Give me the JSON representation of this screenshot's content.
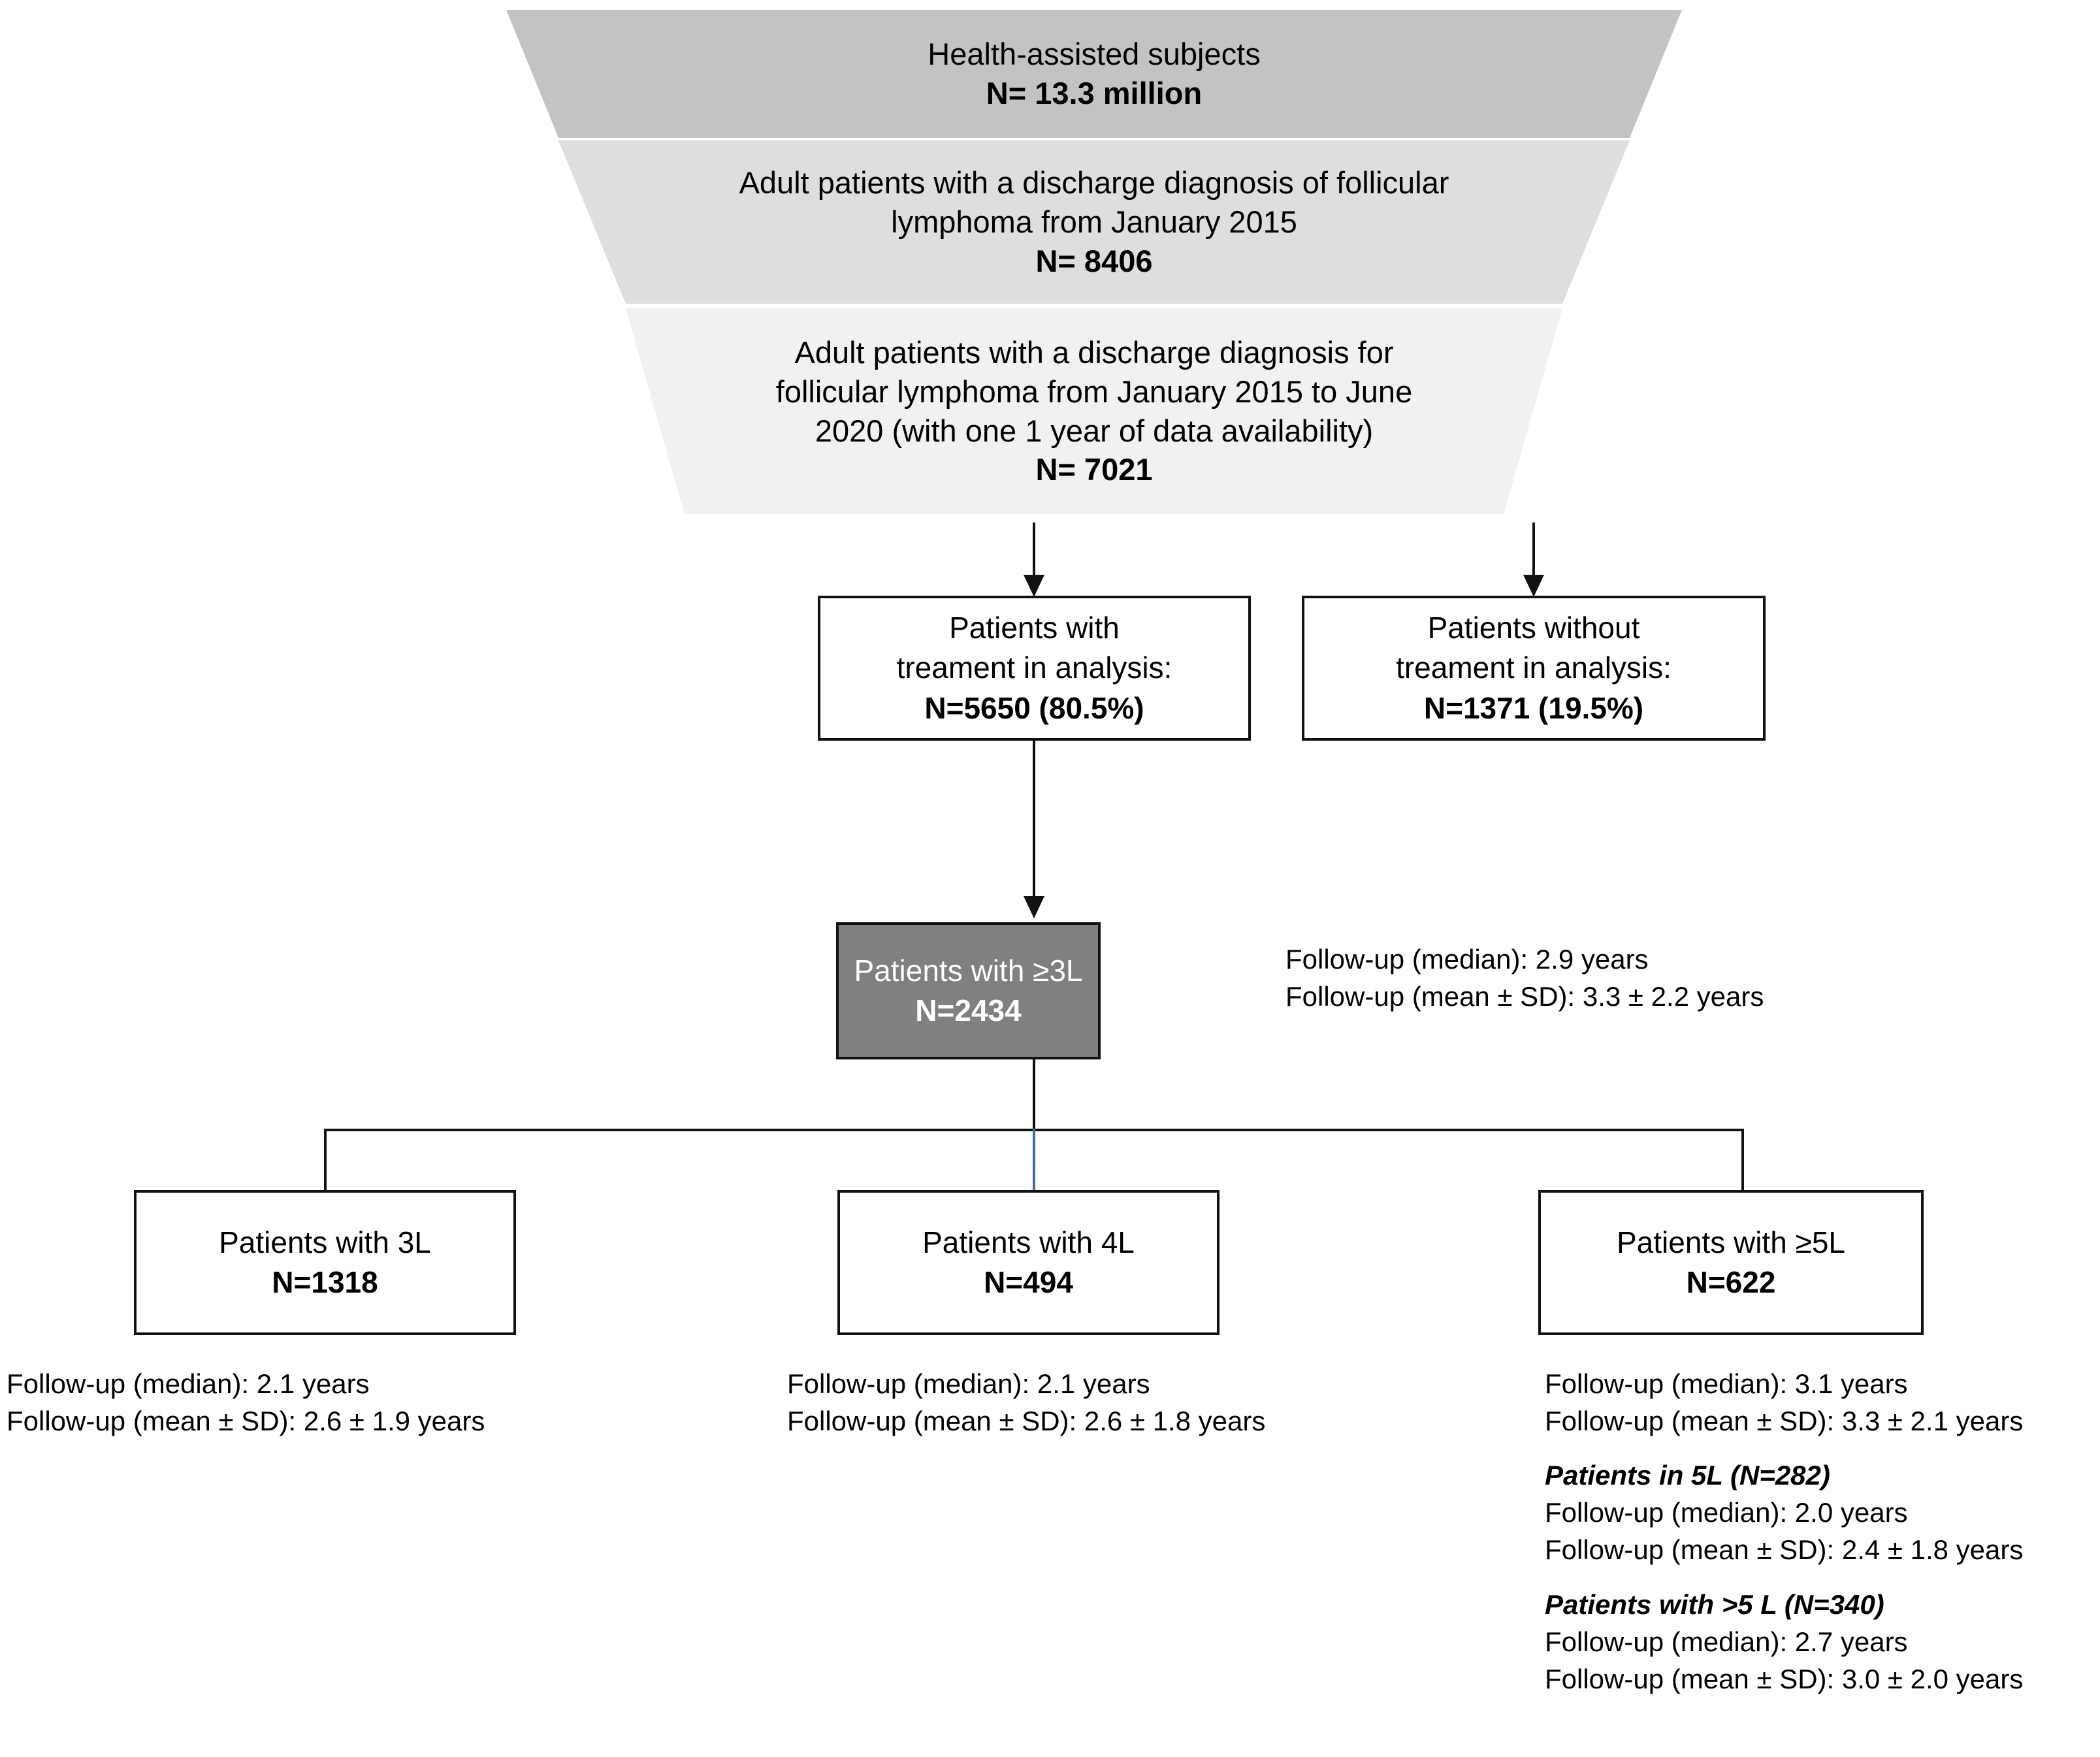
{
  "funnel": {
    "tiers": [
      {
        "name": "health-assisted-subjects",
        "lines": [
          "Health-assisted subjects"
        ],
        "value": "N= 13.3 million",
        "fill": "#c3c3c3"
      },
      {
        "name": "adult-patients-2015",
        "lines": [
          "Adult patients with a discharge diagnosis of follicular",
          "lymphoma from January 2015"
        ],
        "value": "N= 8406",
        "fill": "#dedede"
      },
      {
        "name": "adult-patients-2015-2020",
        "lines": [
          "Adult patients with a discharge diagnosis for",
          "follicular lymphoma from January 2015 to June",
          "2020 (with one 1 year of data availability)"
        ],
        "value": "N= 7021",
        "fill": "#f1f1f1"
      }
    ]
  },
  "boxes": {
    "with_treatment": {
      "lines": [
        "Patients with",
        "treament in analysis:"
      ],
      "value": "N=5650 (80.5%)"
    },
    "without_treatment": {
      "lines": [
        "Patients without",
        "treament in analysis:"
      ],
      "value": "N=1371 (19.5%)"
    },
    "three_l_plus": {
      "lines": [
        "Patients with ≥3L"
      ],
      "value": "N=2434",
      "fill": "#808080",
      "text_color": "#ffffff"
    },
    "three_l": {
      "lines": [
        "Patients with 3L"
      ],
      "value": "N=1318"
    },
    "four_l": {
      "lines": [
        "Patients with 4L"
      ],
      "value": "N=494"
    },
    "five_l_plus": {
      "lines": [
        "Patients with ≥5L"
      ],
      "value": "N=622"
    }
  },
  "stats": {
    "three_l_plus": {
      "median": "Follow-up (median): 2.9 years",
      "mean_sd": "Follow-up (mean ± SD): 3.3 ± 2.2 years"
    },
    "three_l": {
      "median": "Follow-up (median): 2.1 years",
      "mean_sd": "Follow-up (mean ± SD): 2.6 ± 1.9 years"
    },
    "four_l": {
      "median": "Follow-up (median): 2.1 years",
      "mean_sd": "Follow-up (mean ± SD): 2.6 ± 1.8 years"
    },
    "five_l_plus": {
      "median": "Follow-up (median): 3.1 years",
      "mean_sd": "Follow-up (mean ± SD): 3.3 ± 2.1 years",
      "sub_five_l": {
        "heading": "Patients in 5L (N=282)",
        "median": "Follow-up (median): 2.0 years",
        "mean_sd": "Follow-up (mean ± SD): 2.4 ± 1.8 years"
      },
      "sub_gt_five_l": {
        "heading": "Patients with >5 L (N=340)",
        "median": "Follow-up (median): 2.7 years",
        "mean_sd": "Follow-up (mean ± SD): 3.0 ± 2.0 years"
      }
    }
  },
  "colors": {
    "line": "#111111",
    "blue_connector": "#3c6ea5"
  }
}
